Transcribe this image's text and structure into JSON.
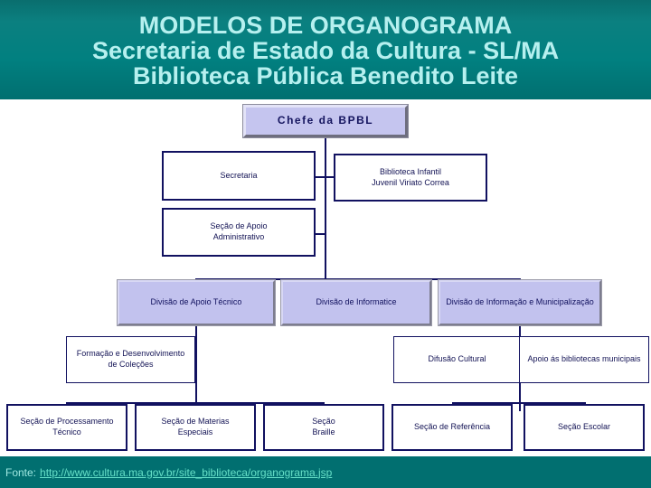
{
  "header": {
    "line1": "MODELOS DE ORGANOGRAMA",
    "line2": "Secretaria de Estado da Cultura - SL/MA",
    "line3": "Biblioteca Pública Benedito Leite",
    "bg_color": "#017878",
    "text_color": "#b6f0ef"
  },
  "footer": {
    "label": "Fonte:",
    "link": "http://www.cultura.ma.gov.br/site_biblioteca/organograma.jsp",
    "bg_color": "#016f70",
    "label_color": "#9fe9e2",
    "link_color": "#66e0c8"
  },
  "chart_data": {
    "type": "diagram",
    "subtype": "org-chart",
    "title": "Biblioteca Pública Benedito Leite",
    "colors": {
      "box_fill_plain": "#ffffff",
      "box_fill_highlight": "#c2c2ee",
      "box_border": "#111160",
      "text": "#121254"
    },
    "nodes": [
      {
        "id": "chefe",
        "label": "Chefe da BPBL",
        "style": "chief",
        "level": 0
      },
      {
        "id": "secretaria",
        "label": "Secretaria",
        "style": "plain",
        "level": 1
      },
      {
        "id": "bib-infantil",
        "label": "Biblioteca Infantil\nJuvenil Viriato Correa",
        "style": "plain",
        "level": 1
      },
      {
        "id": "apoio-adm",
        "label": "Seção de Apoio\nAdministrativo",
        "style": "plain",
        "level": 1
      },
      {
        "id": "div-apoio",
        "label": "Divisão de Apoio Técnico",
        "style": "lav",
        "level": 2
      },
      {
        "id": "div-info",
        "label": "Divisão de Informatice",
        "style": "lav",
        "level": 2
      },
      {
        "id": "div-muni",
        "label": "Divisão de Informação e Municipalização",
        "style": "lav",
        "level": 2
      },
      {
        "id": "formacao",
        "label": "Formação e Desenvolvimento\nde Coleções",
        "style": "plain",
        "level": 3
      },
      {
        "id": "difusao",
        "label": "Difusão Cultural",
        "style": "plain",
        "level": 3
      },
      {
        "id": "apoio-bib",
        "label": "Apoio ás bibliotecas municipais",
        "style": "plain",
        "level": 3
      },
      {
        "id": "sec-proc",
        "label": "Seção de Processamento\nTécnico",
        "style": "plain",
        "level": 4
      },
      {
        "id": "sec-mat",
        "label": "Seção de Materias\nEspeciais",
        "style": "plain",
        "level": 4
      },
      {
        "id": "sec-braille",
        "label": "Seção\nBraille",
        "style": "plain",
        "level": 4
      },
      {
        "id": "sec-ref",
        "label": "Seção de Referência",
        "style": "plain",
        "level": 4
      },
      {
        "id": "sec-escolar",
        "label": "Seção Escolar",
        "style": "plain",
        "level": 4
      }
    ],
    "edges": [
      {
        "from": "chefe",
        "to": "secretaria"
      },
      {
        "from": "chefe",
        "to": "bib-infantil"
      },
      {
        "from": "chefe",
        "to": "apoio-adm"
      },
      {
        "from": "chefe",
        "to": "div-apoio"
      },
      {
        "from": "chefe",
        "to": "div-info"
      },
      {
        "from": "chefe",
        "to": "div-muni"
      },
      {
        "from": "div-apoio",
        "to": "formacao"
      },
      {
        "from": "div-apoio",
        "to": "sec-proc"
      },
      {
        "from": "div-apoio",
        "to": "sec-mat"
      },
      {
        "from": "div-apoio",
        "to": "sec-braille"
      },
      {
        "from": "div-muni",
        "to": "difusao"
      },
      {
        "from": "div-muni",
        "to": "apoio-bib"
      },
      {
        "from": "div-muni",
        "to": "sec-ref"
      },
      {
        "from": "div-muni",
        "to": "sec-escolar"
      }
    ]
  }
}
